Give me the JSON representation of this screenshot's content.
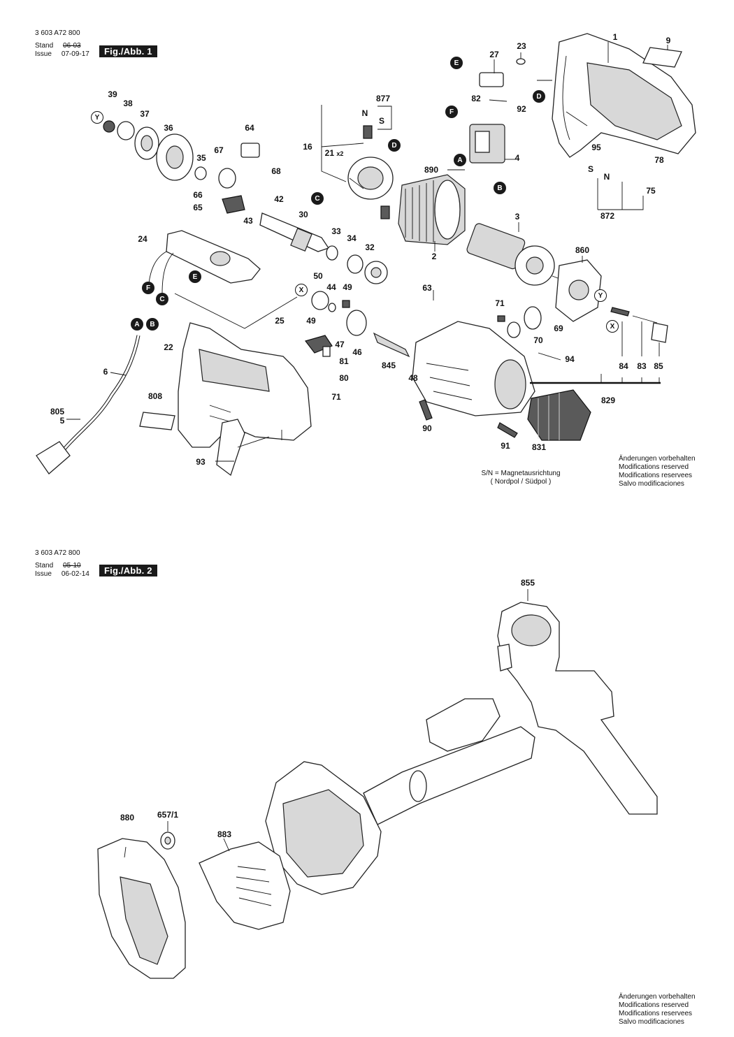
{
  "figure1": {
    "doc_number": "3 603 A72 800",
    "stand_label": "Stand",
    "stand_value_struck": "06-03",
    "issue_label": "Issue",
    "issue_value": "07-09-17",
    "fig_label": "Fig./Abb. 1",
    "connectors": [
      "A",
      "B",
      "C",
      "D",
      "E",
      "F",
      "X",
      "Y"
    ],
    "part_numbers": [
      "1",
      "2",
      "3",
      "4",
      "5",
      "6",
      "9",
      "16",
      "21",
      "x2",
      "22",
      "23",
      "24",
      "25",
      "27",
      "30",
      "32",
      "33",
      "34",
      "35",
      "36",
      "37",
      "38",
      "39",
      "42",
      "43",
      "44",
      "46",
      "47",
      "48",
      "49",
      "49",
      "50",
      "63",
      "64",
      "65",
      "66",
      "67",
      "68",
      "69",
      "70",
      "71",
      "71",
      "75",
      "78",
      "80",
      "81",
      "82",
      "83",
      "84",
      "85",
      "90",
      "91",
      "92",
      "93",
      "94",
      "95",
      "805",
      "808",
      "829",
      "831",
      "845",
      "860",
      "872",
      "877",
      "890",
      "N",
      "S",
      "N",
      "S"
    ],
    "sn_note_line1": "S/N = Magnetausrichtung",
    "sn_note_line2": "( Nordpol / Südpol )",
    "notes": [
      "Änderungen vorbehalten",
      "Modifications reserved",
      "Modifications reservees",
      "Salvo modificaciones"
    ]
  },
  "figure2": {
    "doc_number": "3 603 A72 800",
    "stand_label": "Stand",
    "stand_value_struck": "05-10",
    "issue_label": "Issue",
    "issue_value": "06-02-14",
    "fig_label": "Fig./Abb. 2",
    "part_numbers": [
      "855",
      "880",
      "657/1",
      "883"
    ],
    "notes": [
      "Änderungen vorbehalten",
      "Modifications reserved",
      "Modifications reservees",
      "Salvo modificaciones"
    ]
  },
  "colors": {
    "ink": "#111111",
    "label_bg": "#1a1a1a",
    "paper": "#ffffff"
  }
}
